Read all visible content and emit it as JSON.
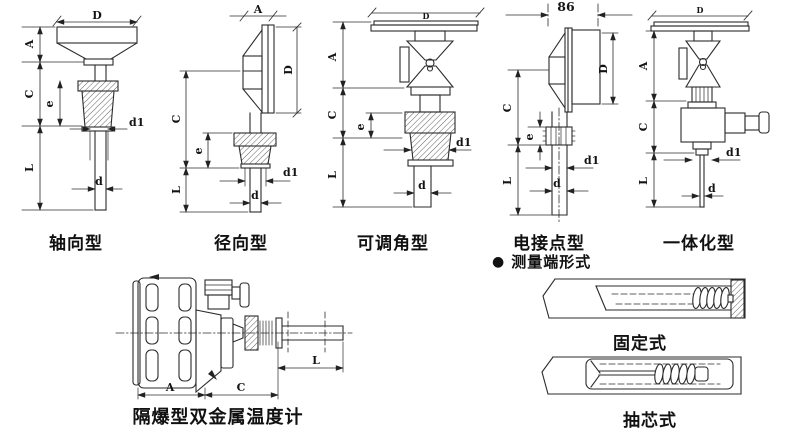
{
  "colors": {
    "ink": "#2b2b2b",
    "paper": "#ffffff"
  },
  "diagrams": {
    "axial": {
      "label": "轴向型",
      "dims": {
        "D": "D",
        "A": "A",
        "C": "C",
        "e": "e",
        "d1": "d1",
        "L": "L",
        "d": "d"
      }
    },
    "radial": {
      "label": "径向型",
      "dims": {
        "A": "A",
        "D": "D",
        "C": "C",
        "e": "e",
        "d1": "d1",
        "L": "L",
        "d": "d"
      }
    },
    "adjustable": {
      "label": "可调角型",
      "dims": {
        "D": "D",
        "A": "A",
        "C": "C",
        "e": "e",
        "d1": "d1",
        "L": "L",
        "d": "d"
      }
    },
    "contact": {
      "label": "电接点型",
      "dims": {
        "w86": "86",
        "D": "D",
        "C": "C",
        "e": "e",
        "d1": "d1",
        "L": "L",
        "d": "d"
      }
    },
    "integrated": {
      "label": "一体化型",
      "dims": {
        "D": "D",
        "A": "A",
        "C": "C",
        "d1": "d1",
        "L": "L",
        "d": "d"
      }
    },
    "explosion_proof": {
      "label": "隔爆型双金属温度计",
      "dims": {
        "A": "A",
        "C": "C",
        "L": "L"
      }
    },
    "measuring_end": {
      "bullet": "●",
      "heading": "测量端形式",
      "fixed_label": "固定式",
      "core_label": "抽芯式"
    }
  }
}
